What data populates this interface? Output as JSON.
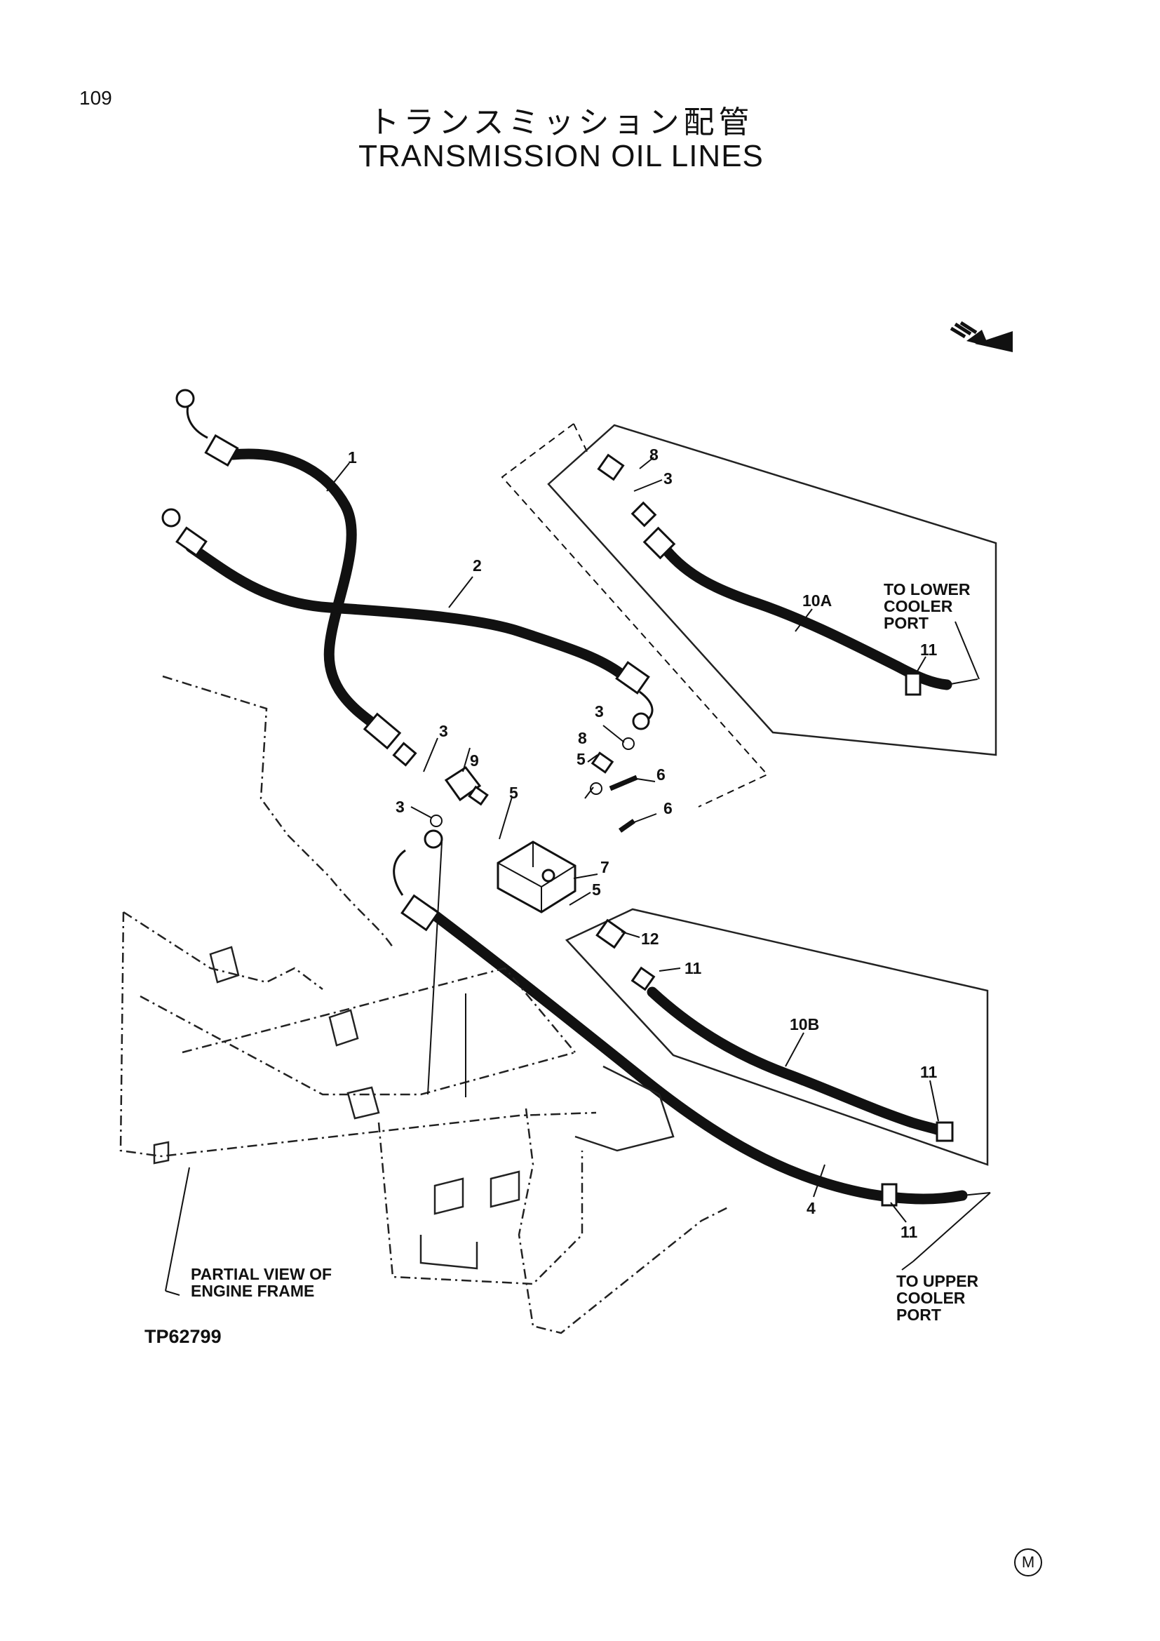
{
  "page": {
    "number": "109"
  },
  "title": {
    "japanese": "トランスミッション配管",
    "english": "TRANSMISSION  OIL  LINES"
  },
  "figure_id": "TP62799",
  "callouts": [
    "1",
    "2",
    "3",
    "3",
    "3",
    "3",
    "4",
    "5",
    "5",
    "5",
    "6",
    "6",
    "7",
    "8",
    "8",
    "9",
    "10A",
    "10B",
    "11",
    "11",
    "11",
    "11",
    "12"
  ],
  "notes": {
    "lower_port": [
      "TO LOWER",
      "COOLER",
      "PORT"
    ],
    "upper_port": [
      "TO UPPER",
      "COOLER",
      "PORT"
    ],
    "engine_frame": [
      "PARTIAL VIEW OF",
      "ENGINE FRAME"
    ]
  },
  "corner_mark": "M"
}
